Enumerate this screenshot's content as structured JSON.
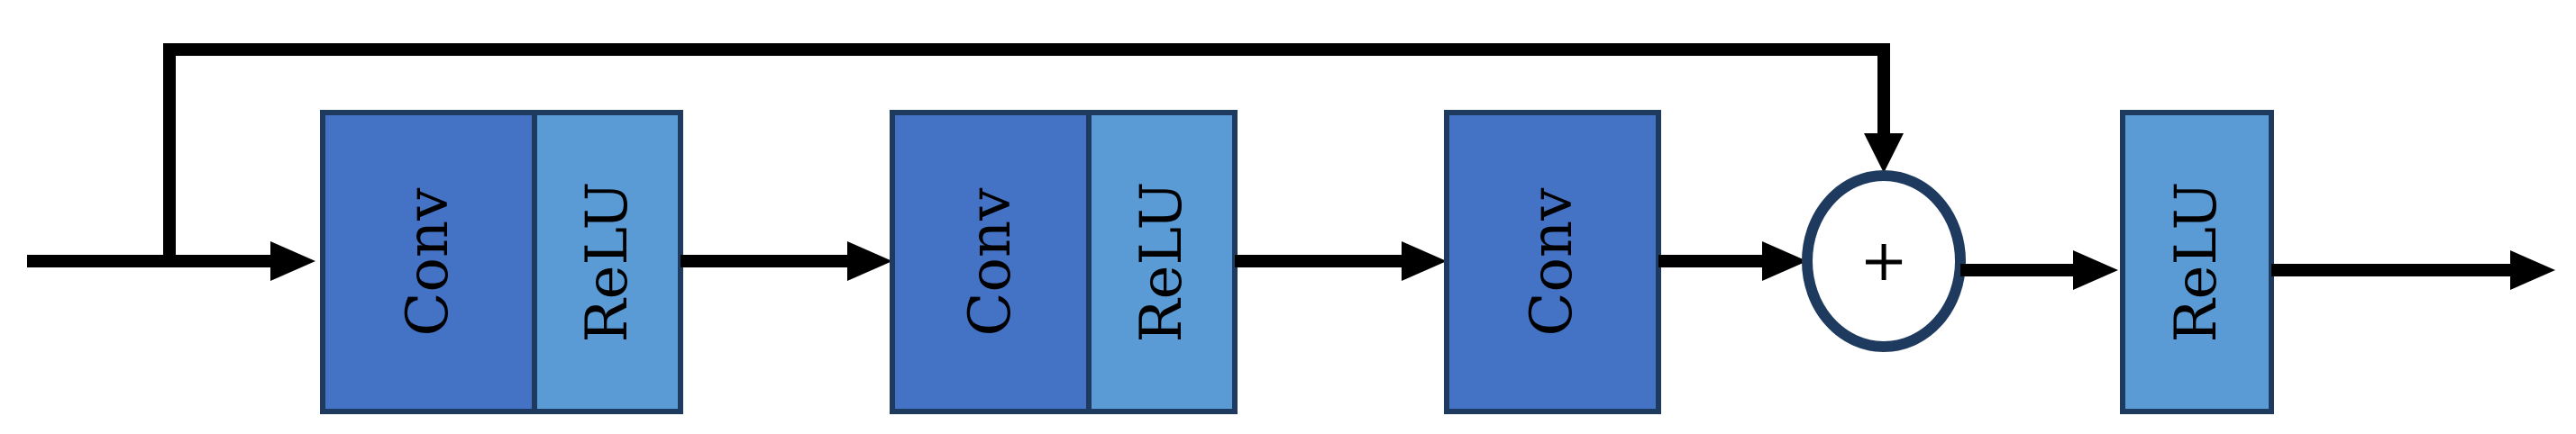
{
  "diagram": {
    "blocks": [
      {
        "id": "conv1",
        "label": "Conv"
      },
      {
        "id": "relu1",
        "label": "ReLU"
      },
      {
        "id": "conv2",
        "label": "Conv"
      },
      {
        "id": "relu2",
        "label": "ReLU"
      },
      {
        "id": "conv3",
        "label": "Conv"
      },
      {
        "id": "relu3",
        "label": "ReLU"
      }
    ],
    "add_node": {
      "label": "+"
    },
    "colors": {
      "conv_fill": "#4472c4",
      "relu_fill": "#5b9bd5",
      "block_border": "#1f3a5f",
      "arrow": "#000000",
      "background": "#ffffff"
    }
  }
}
